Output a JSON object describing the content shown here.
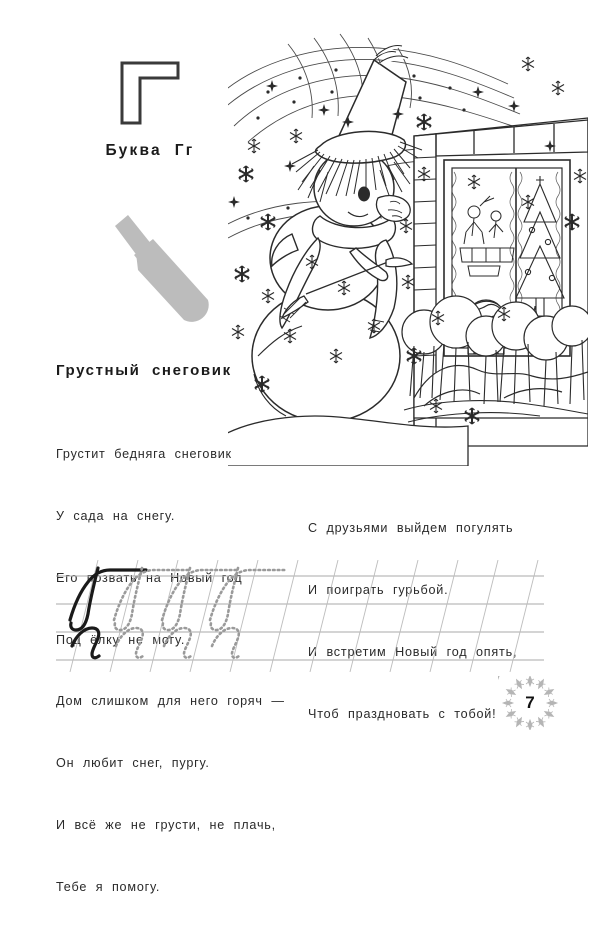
{
  "page": {
    "language": "ru",
    "number": "7",
    "background_color": "#ffffff",
    "text_color": "#2a2a2a"
  },
  "letter_block": {
    "letter": "Г",
    "caption": "Буква  Гг",
    "outline_stroke_color": "#3a3a3a",
    "outline_fill": "#ffffff"
  },
  "pencil": {
    "icon": "pencil-icon",
    "color": "#bcbcbc"
  },
  "illustration": {
    "name": "snowman-winter-scene",
    "description": "Раскраска: грустный снеговик у дома, ребёнок в окне, ёлка, кусты в снегу, снежинки и вьюга",
    "line_color": "#2b2b2b",
    "elements": [
      "snowman",
      "pointed-hat",
      "straw-hair",
      "scarf",
      "broom",
      "brick-wall",
      "window",
      "child-in-window",
      "christmas-tree",
      "snow-drift",
      "bushes",
      "snowflakes",
      "wind-swirls",
      "stars"
    ]
  },
  "poem": {
    "title": "Грустный  снеговик",
    "left_column": [
      "Грустит  бедняга  снеговик",
      "У  сада  на  снегу.",
      "Его  позвать  на  Новый  год",
      "Под  ёлку  не  могу.",
      "Дом  слишком  для  него  горяч  —",
      "Он  любит  снег,  пургу.",
      "И  всё  же  не  грусти,  не  плачь,",
      "Тебе  я  помогу."
    ],
    "right_column": [
      "С  друзьями  выйдем  погулять",
      "И  поиграть  гурьбой.",
      "И  встретим  Новый  год  опять,",
      "Чтоб  праздновать  с  тобой!"
    ]
  },
  "practice": {
    "rows": [
      {
        "name": "uppercase-row",
        "model_letter": "Г",
        "case": "uppercase",
        "model_count": 1,
        "trace_count": 3,
        "trace_style": "dotted"
      },
      {
        "name": "lowercase-row",
        "model_letter": "г",
        "case": "lowercase",
        "model_count": 1,
        "trace_count": 3,
        "trace_style": "dotted"
      }
    ],
    "rule_line_color": "#a9a9a9",
    "slant_line_color": "#b8b8b8",
    "model_color": "#1a1a1a",
    "trace_color": "#9a9a9a",
    "slant_guides": 12
  },
  "page_decoration": {
    "name": "snowflake-wreath",
    "color": "#b5b5b5"
  }
}
